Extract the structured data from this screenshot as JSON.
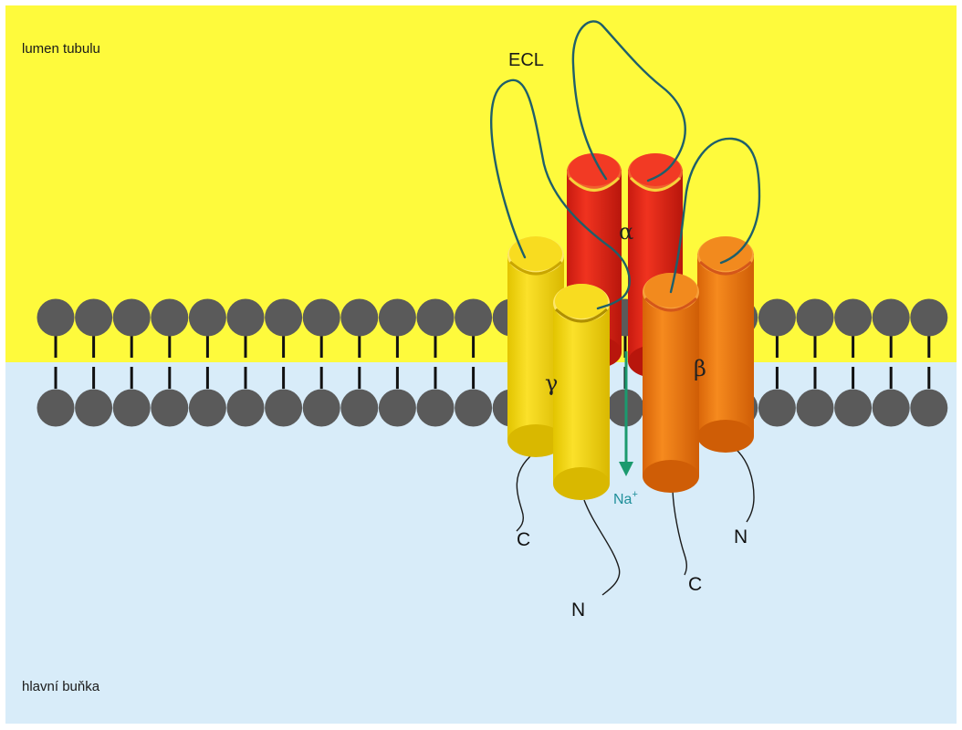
{
  "regions": {
    "lumen": "lumen tubulu",
    "cell": "hlavní buňka"
  },
  "loop_label": "ECL",
  "subunits": {
    "alpha": "α",
    "beta": "β",
    "gamma": "γ"
  },
  "ion": {
    "text": "Na",
    "charge": "+"
  },
  "termini": {
    "gamma_c": "C",
    "gamma_n": "N",
    "beta_c": "C",
    "beta_n": "N"
  },
  "colors": {
    "lumen": "#fefa3c",
    "cytoplasm": "#d8ecf9",
    "lipid_head": "#5a5a5a",
    "lipid_tail": "#111111",
    "alpha": "#e8261a",
    "beta": "#f07a10",
    "beta_back": "#ee7a12",
    "gamma": "#f2d600",
    "loop": "#1f5f6a",
    "ion_arrow": "#1b9a6e",
    "ion_text": "#1f8f9a"
  }
}
